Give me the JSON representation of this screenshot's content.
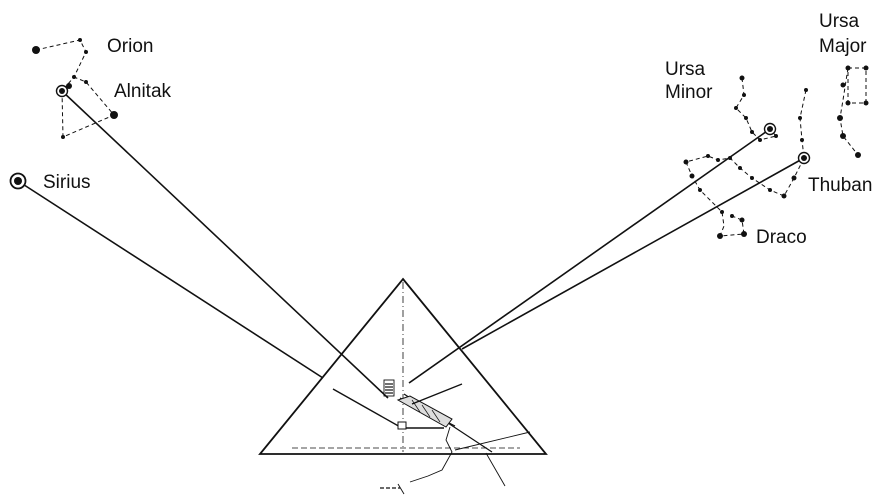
{
  "labels": {
    "orion": "Orion",
    "alnitak": "Alnitak",
    "sirius": "Sirius",
    "ursa_minor_1": "Ursa",
    "ursa_minor_2": "Minor",
    "ursa_major_1": "Ursa",
    "ursa_major_2": "Major",
    "thuban": "Thuban",
    "draco": "Draco"
  },
  "colors": {
    "ink": "#111111",
    "background": "#ffffff"
  }
}
